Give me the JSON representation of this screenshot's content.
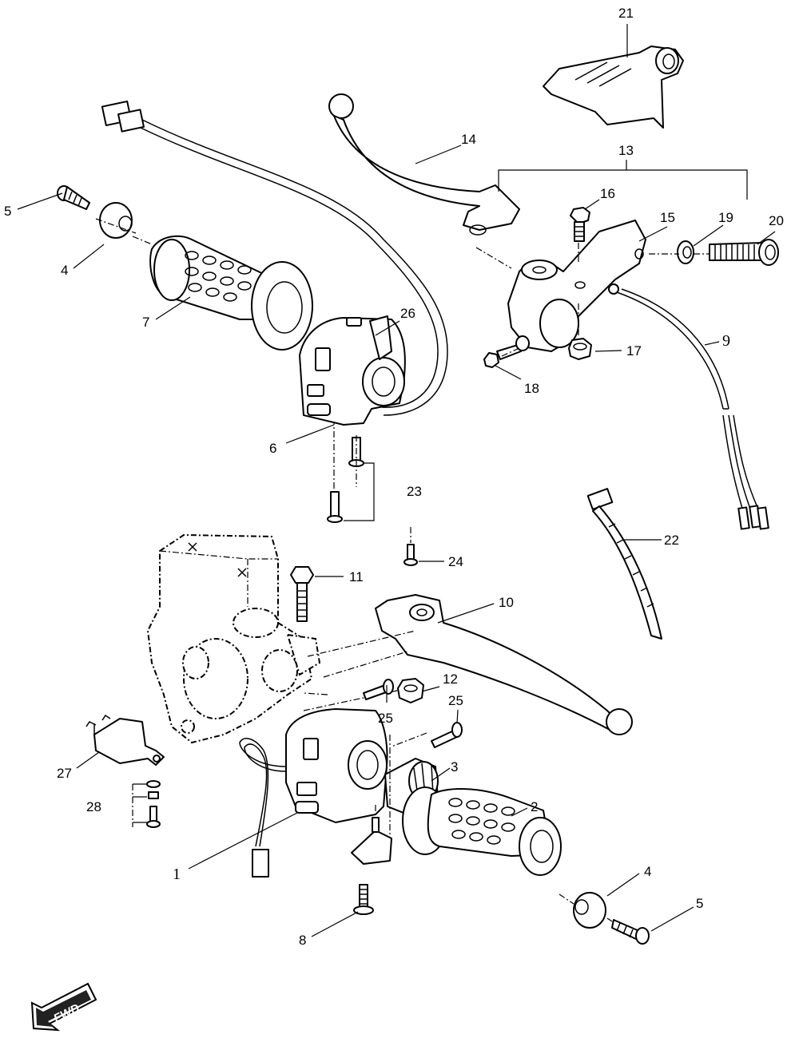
{
  "callouts": [
    {
      "id": "c21",
      "text": "21"
    },
    {
      "id": "c13",
      "text": "13"
    },
    {
      "id": "c14",
      "text": "14"
    },
    {
      "id": "c16",
      "text": "16"
    },
    {
      "id": "c15",
      "text": "15"
    },
    {
      "id": "c19",
      "text": "19"
    },
    {
      "id": "c20",
      "text": "20"
    },
    {
      "id": "c5a",
      "text": "5"
    },
    {
      "id": "c4a",
      "text": "4"
    },
    {
      "id": "c7",
      "text": "7"
    },
    {
      "id": "c26",
      "text": "26"
    },
    {
      "id": "c17",
      "text": "17"
    },
    {
      "id": "c9",
      "text": "9"
    },
    {
      "id": "c18",
      "text": "18"
    },
    {
      "id": "c6",
      "text": "6"
    },
    {
      "id": "c23",
      "text": "23"
    },
    {
      "id": "c22",
      "text": "22"
    },
    {
      "id": "c24",
      "text": "24"
    },
    {
      "id": "c11",
      "text": "11"
    },
    {
      "id": "c10",
      "text": "10"
    },
    {
      "id": "c12",
      "text": "12"
    },
    {
      "id": "c25a",
      "text": "25"
    },
    {
      "id": "c25b",
      "text": "25"
    },
    {
      "id": "c3",
      "text": "3"
    },
    {
      "id": "c27",
      "text": "27"
    },
    {
      "id": "c28",
      "text": "28"
    },
    {
      "id": "c2",
      "text": "2"
    },
    {
      "id": "c1",
      "text": "1"
    },
    {
      "id": "c4b",
      "text": "4"
    },
    {
      "id": "c5b",
      "text": "5"
    },
    {
      "id": "c8",
      "text": "8"
    }
  ],
  "fwd_label": "FWD"
}
